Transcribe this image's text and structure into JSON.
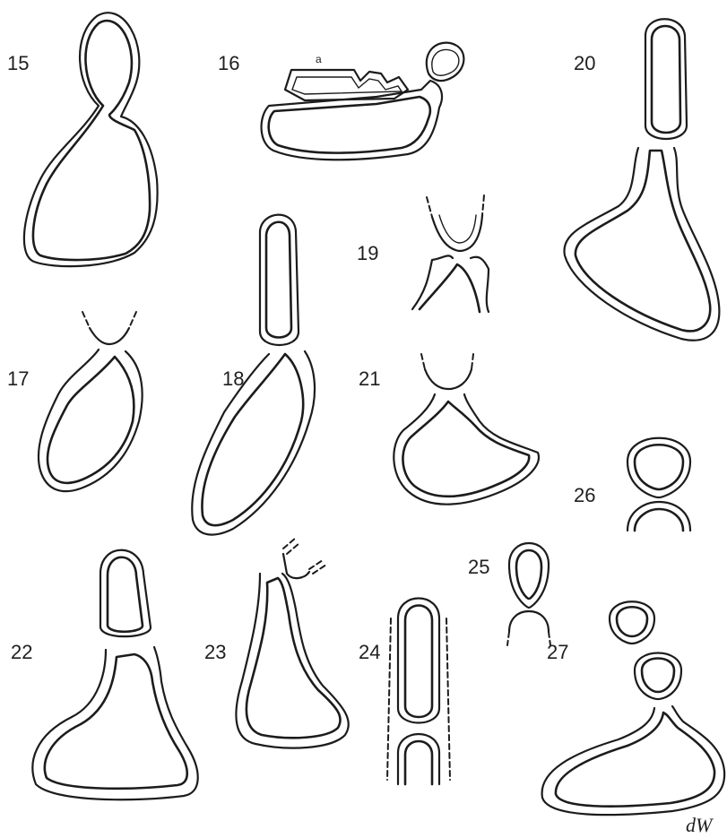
{
  "figures": [
    {
      "label": "15"
    },
    {
      "label": "16",
      "annotation": "a"
    },
    {
      "label": "17"
    },
    {
      "label": "18"
    },
    {
      "label": "19"
    },
    {
      "label": "20"
    },
    {
      "label": "21"
    },
    {
      "label": "22"
    },
    {
      "label": "23"
    },
    {
      "label": "24"
    },
    {
      "label": "25"
    },
    {
      "label": "26"
    },
    {
      "label": "27"
    }
  ],
  "signature": "dW",
  "colors": {
    "ink": "#1c1c1c",
    "paper": "#ffffff"
  }
}
